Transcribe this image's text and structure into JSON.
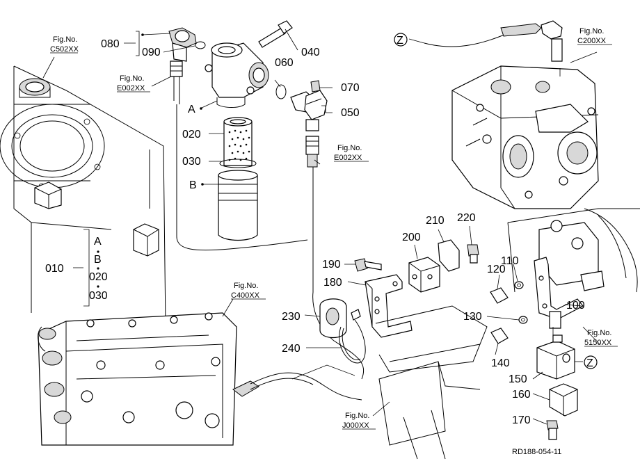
{
  "diagram": {
    "code": "RD188-054-11",
    "parts": {
      "p010": "010",
      "p020": "020",
      "p030": "030",
      "p040": "040",
      "p050": "050",
      "p060": "060",
      "p070": "070",
      "p080": "080",
      "p090": "090",
      "p100": "100",
      "p110": "110",
      "p120": "120",
      "p130": "130",
      "p140": "140",
      "p150": "150",
      "p160": "160",
      "p170": "170",
      "p180": "180",
      "p190": "190",
      "p200": "200",
      "p210": "210",
      "p220": "220",
      "p230": "230",
      "p240": "240"
    },
    "assembly_010": {
      "a": "A",
      "b": "B",
      "c": "020",
      "d": "030"
    },
    "letters": {
      "a": "A",
      "b": "B",
      "z1": "Z",
      "z2": "Z"
    },
    "refs": {
      "fig": "Fig.No.",
      "c502": "C502XX",
      "e002_top": "E002XX",
      "e002_mid": "E002XX",
      "c200": "C200XX",
      "c400": "C400XX",
      "s150": "5150XX",
      "j000": "J000XX"
    }
  }
}
